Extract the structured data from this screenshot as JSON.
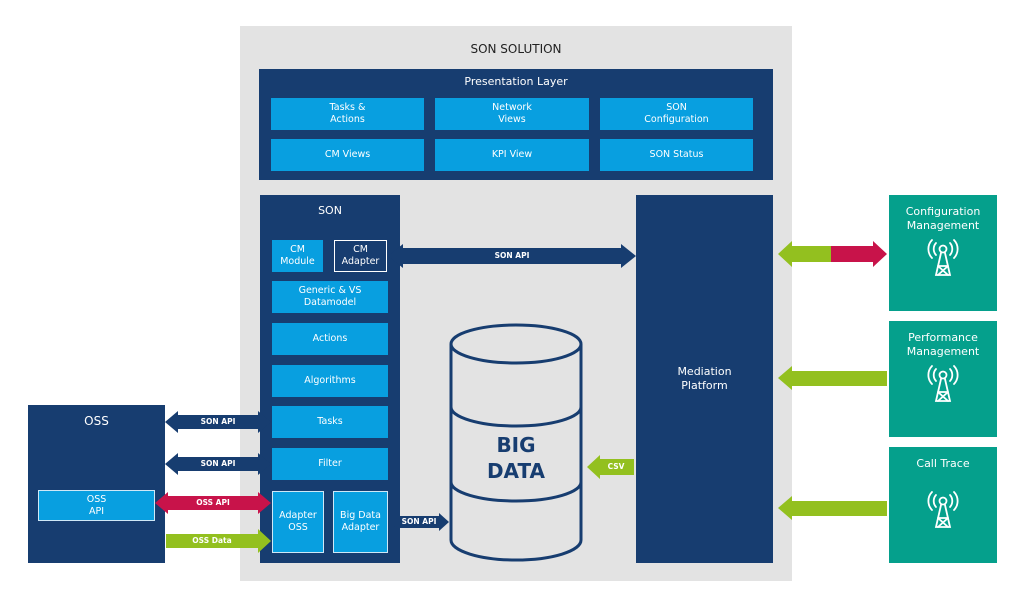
{
  "son_solution": {
    "title": "SON SOLUTION",
    "presentation_layer": {
      "title": "Presentation Layer",
      "items": [
        {
          "label": "Tasks &\nActions"
        },
        {
          "label": "Network\nViews"
        },
        {
          "label": "SON\nConfiguration"
        },
        {
          "label": "CM Views"
        },
        {
          "label": "KPI View"
        },
        {
          "label": "SON Status"
        }
      ]
    },
    "son": {
      "title": "SON",
      "cm_module": "CM\nModule",
      "cm_adapter": "CM\nAdapter",
      "datamodel": "Generic & VS\nDatamodel",
      "actions": "Actions",
      "algorithms": "Algorithms",
      "tasks": "Tasks",
      "filter": "Filter",
      "adapter_oss": "Adapter\nOSS",
      "big_data_adapter": "Big Data\nAdapter"
    },
    "big_data": {
      "line1": "BIG",
      "line2": "DATA"
    },
    "mediation": "Mediation\nPlatform"
  },
  "oss": {
    "title": "OSS",
    "api": "OSS\nAPI"
  },
  "arrows": {
    "son_api_top": "SON API",
    "son_api_tasks": "SON API",
    "son_api_filter": "SON API",
    "oss_api": "OSS API",
    "oss_data": "OSS Data",
    "son_api_bigdata": "SON API",
    "csv": "CSV"
  },
  "sources": [
    {
      "title": "Configuration\nManagement",
      "icon": "cell-tower-icon"
    },
    {
      "title": "Performance\nManagement",
      "icon": "cell-tower-icon"
    },
    {
      "title": "Call Trace",
      "icon": "cell-tower-icon"
    }
  ],
  "colors": {
    "navy": "#173d70",
    "blue": "#089fe0",
    "teal": "#05a08c",
    "green": "#93c01f",
    "red": "#c8134a",
    "gray": "#e3e3e3"
  }
}
